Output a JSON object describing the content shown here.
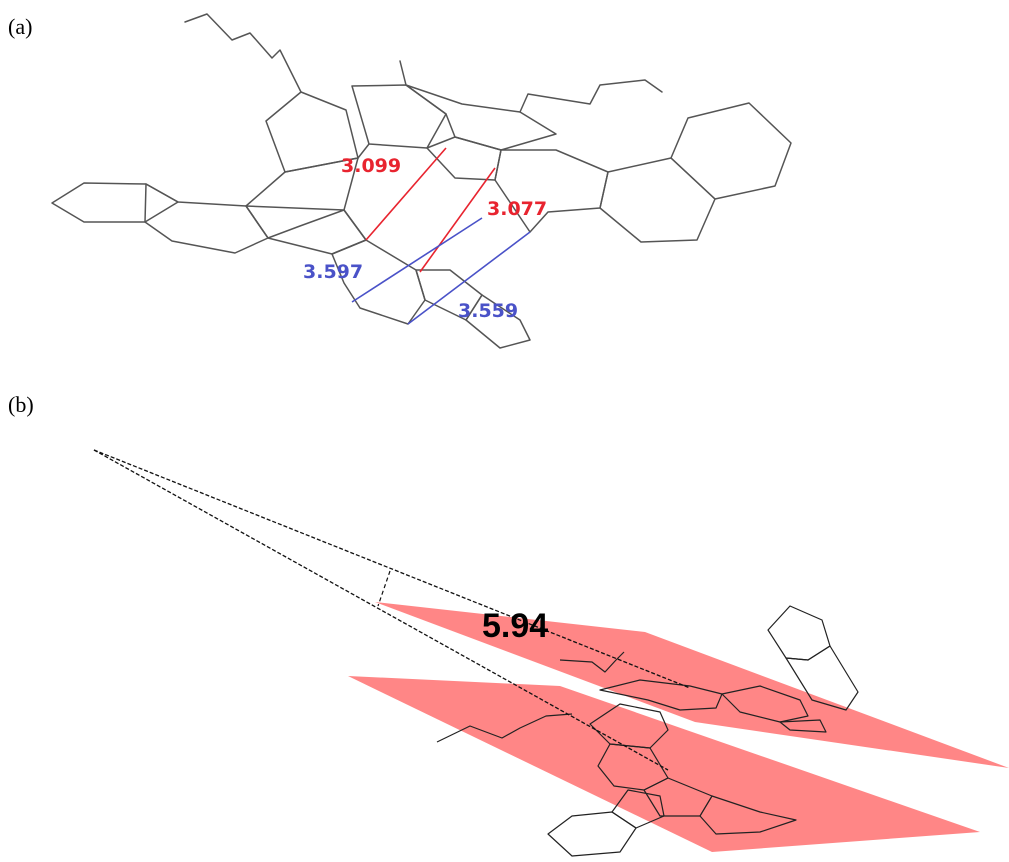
{
  "panels": [
    {
      "label": "(a)"
    },
    {
      "label": "(b)"
    }
  ],
  "panel_a": {
    "distances": [
      {
        "value": "3.099",
        "color": "#e8242f"
      },
      {
        "value": "3.077",
        "color": "#e8242f"
      },
      {
        "value": "3.597",
        "color": "#4a52c8"
      },
      {
        "value": "3.559",
        "color": "#4a52c8"
      }
    ]
  },
  "panel_b": {
    "angle_label": "5.94",
    "plane_color": "#ff7f7f"
  }
}
